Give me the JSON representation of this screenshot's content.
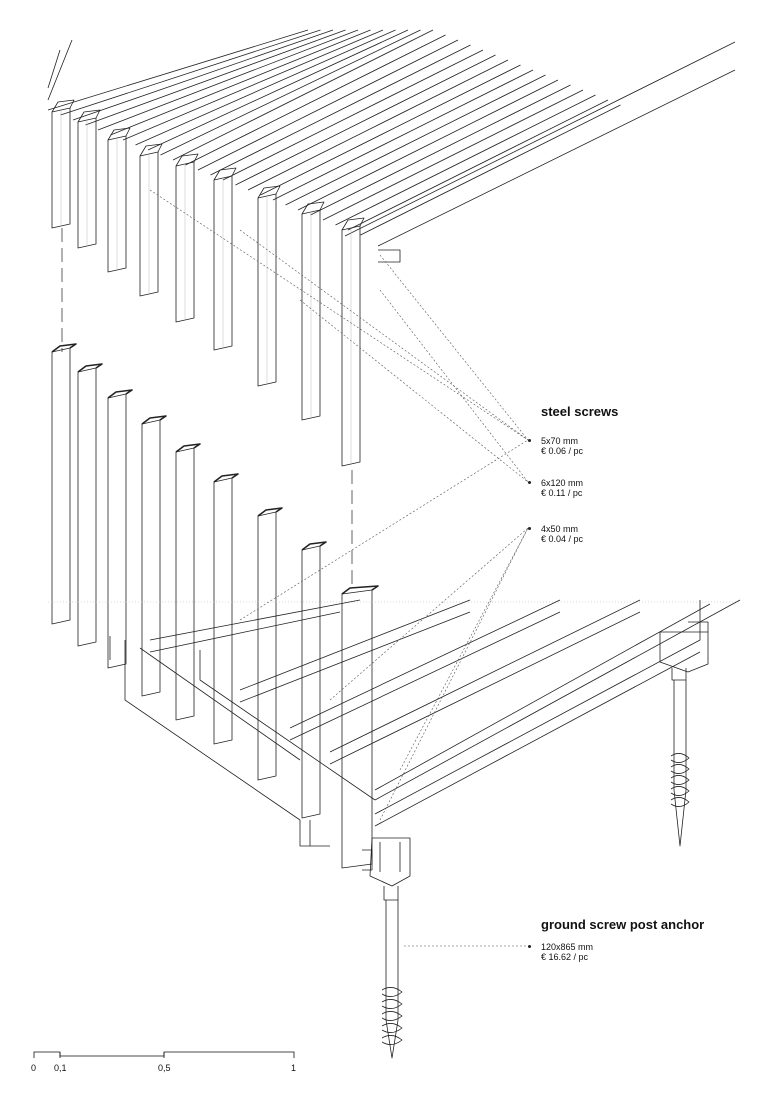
{
  "labels": {
    "screws": {
      "heading": "steel screws",
      "items": [
        {
          "size": "5x70 mm",
          "price": "€ 0.06 / pc"
        },
        {
          "size": "6x120 mm",
          "price": "€ 0.11 / pc"
        },
        {
          "size": "4x50 mm",
          "price": "€ 0.04 / pc"
        }
      ]
    },
    "anchor": {
      "heading": "ground screw post anchor",
      "size": "120x865 mm",
      "price": "€ 16.62 / pc"
    }
  },
  "scale_bar": {
    "ticks": [
      "0",
      "0,1",
      "0,5",
      "1"
    ]
  }
}
